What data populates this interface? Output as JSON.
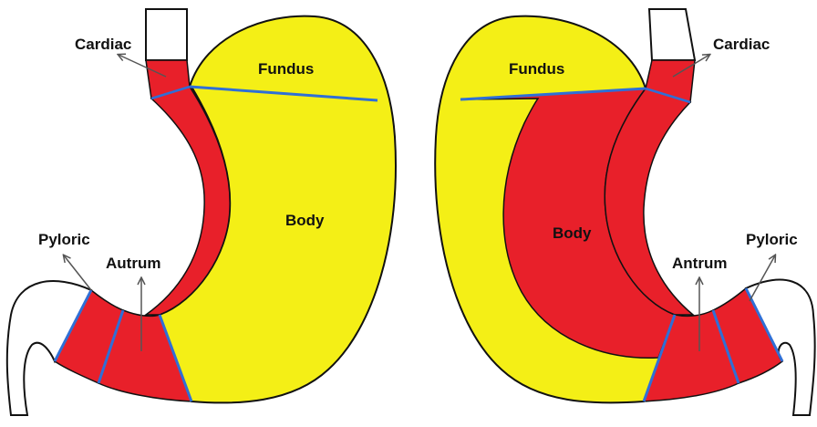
{
  "colors": {
    "red_region": "#e8202a",
    "yellow_region": "#f4ef16",
    "outline": "#111111",
    "boundary": "#2f6fd6",
    "arrow": "#555555",
    "background": "#ffffff"
  },
  "left_diagram": {
    "labels": {
      "cardiac": "Cardiac",
      "fundus": "Fundus",
      "body": "Body",
      "pyloric": "Pyloric",
      "antrum": "Autrum"
    }
  },
  "right_diagram": {
    "labels": {
      "cardiac": "Cardiac",
      "fundus": "Fundus",
      "body": "Body",
      "pyloric": "Pyloric",
      "antrum": "Antrum"
    }
  }
}
